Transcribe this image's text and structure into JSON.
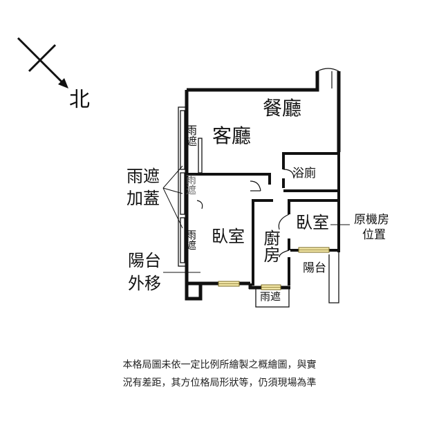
{
  "compass": {
    "direction_label": "北"
  },
  "rooms": {
    "dining": "餐廳",
    "living": "客廳",
    "bath": "浴廁",
    "bedroom_left": "臥室",
    "bedroom_right": "臥室",
    "kitchen": "廚房",
    "balcony": "陽台"
  },
  "rain_cover": {
    "upper": "雨遮",
    "middle": "雨遮",
    "lower": "雨遮",
    "bottom": "雨遮"
  },
  "annotations": {
    "rain_cover_added": [
      "雨遮",
      "加蓋"
    ],
    "balcony_moved": [
      "陽台",
      "外移"
    ],
    "original_machine_room": [
      "原機房",
      "位置"
    ]
  },
  "footer_note": [
    "本格局圖未依一定比例所繪製之概繪圖，與實",
    "況有差距，其方位格局形狀等，仍須現場為準"
  ],
  "colors": {
    "wall": "#111111",
    "window_fill": "#f3e7a8",
    "window_stroke": "#7a6a20"
  }
}
